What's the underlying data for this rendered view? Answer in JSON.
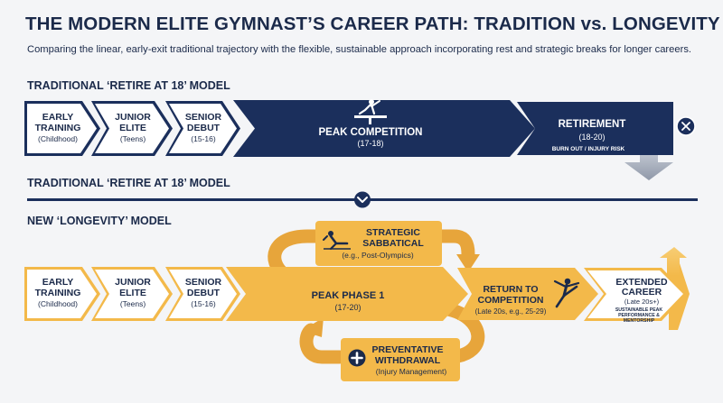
{
  "title": "THE MODERN ELITE GYMNAST’S CAREER PATH: TRADITION vs. LONGEVITY",
  "subtitle": "Comparing the linear, early-exit traditional trajectory with the flexible, sustainable approach incorporating rest and strategic breaks for longer careers.",
  "colors": {
    "navy": "#1b2f5c",
    "gold": "#f3b94a",
    "gold_dark": "#e7a53b",
    "background": "#f4f5f7"
  },
  "traditional": {
    "heading": "TRADITIONAL ‘RETIRE AT 18’ MODEL",
    "repeat_heading": "TRADITIONAL ‘RETIRE AT 18’ MODEL",
    "stages": {
      "early_training": {
        "line1": "EARLY",
        "line2": "TRAINING",
        "sub": "(Childhood)"
      },
      "junior_elite": {
        "line1": "JUNIOR",
        "line2": "ELITE",
        "sub": "(Teens)"
      },
      "senior_debut": {
        "line1": "SENIOR",
        "line2": "DEBUT",
        "sub": "(15-16)"
      },
      "peak": {
        "label": "PEAK COMPETITION",
        "sub": "(17-18)",
        "icon": "gymnast-beam-icon"
      },
      "retirement": {
        "label": "RETIREMENT",
        "sub": "(18-20)",
        "note": "BURN OUT / INJURY RISK",
        "icon": "close-circle-icon"
      }
    }
  },
  "longevity": {
    "heading": "NEW ‘LONGEVITY’ MODEL",
    "divider_icon": "chevron-down-icon",
    "stages": {
      "early_training": {
        "line1": "EARLY",
        "line2": "TRAINING",
        "sub": "(Childhood)"
      },
      "junior_elite": {
        "line1": "JUNIOR",
        "line2": "ELITE",
        "sub": "(Teens)"
      },
      "senior_debut": {
        "line1": "SENIOR",
        "line2": "DEBUT",
        "sub": "(15-16)"
      },
      "peak": {
        "label": "PEAK PHASE 1",
        "sub": "(17-20)"
      },
      "return": {
        "line1": "RETURN TO",
        "line2": "COMPETITION",
        "sub": "(Late 20s, e.g., 25-29)",
        "icon": "gymnast-pose-icon"
      },
      "extended": {
        "line1": "EXTENDED",
        "line2": "CAREER",
        "sub": "(Late 20s+)",
        "note1": "SUSTAINABLE PEAK",
        "note2": "PERFORMANCE &",
        "note3": "MENTORSHIP"
      }
    },
    "sabbatical": {
      "line1": "STRATEGIC",
      "line2": "SABBATICAL",
      "sub": "(e.g., Post-Olympics)",
      "icon": "relaxing-person-icon"
    },
    "withdrawal": {
      "line1": "PREVENTATIVE",
      "line2": "WITHDRAWAL",
      "sub": "(Injury Management)",
      "icon": "medical-plus-icon"
    }
  }
}
